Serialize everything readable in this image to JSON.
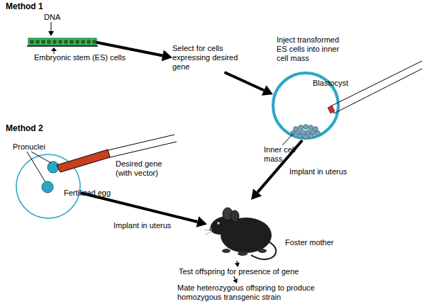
{
  "diagram": {
    "nodes": [
      {
        "text": [
          "Embryonic stem (ES) cells"
        ]
      },
      {
        "text": [
          "Select for cells expressing desired gene"
        ]
      },
      {
        "text": [
          "Blastocyst"
        ]
      },
      {
        "text": [
          "Fertilized egg"
        ]
      },
      {
        "text": [
          "Foster mother"
        ]
      },
      {
        "text": [
          "Test offspring for presence of gene"
        ]
      },
      {
        "text": [
          "Mate heterozygous offspring to produce homozygous transgenic strain"
        ]
      }
    ],
    "edges": [
      {
        "from": 0,
        "to": 1,
        "arrow": "to"
      },
      {
        "from": 1,
        "to": 2,
        "arrow": "to"
      },
      {
        "from": 2,
        "to": 4,
        "label": "Implant in uterus",
        "arrow": "to"
      },
      {
        "from": 3,
        "to": 4,
        "label": "Implant in uterus",
        "arrow": "to"
      },
      {
        "from": 4,
        "to": 5,
        "arrow": "to"
      },
      {
        "from": 5,
        "to": 6,
        "arrow": "to"
      }
    ],
    "labels": [
      "Method 1",
      "DNA",
      "Inject transformed ES cells into inner cell mass",
      "Inner cell mass",
      "Method 2",
      "Pronuclei",
      "Desired gene (with vector)"
    ]
  }
}
